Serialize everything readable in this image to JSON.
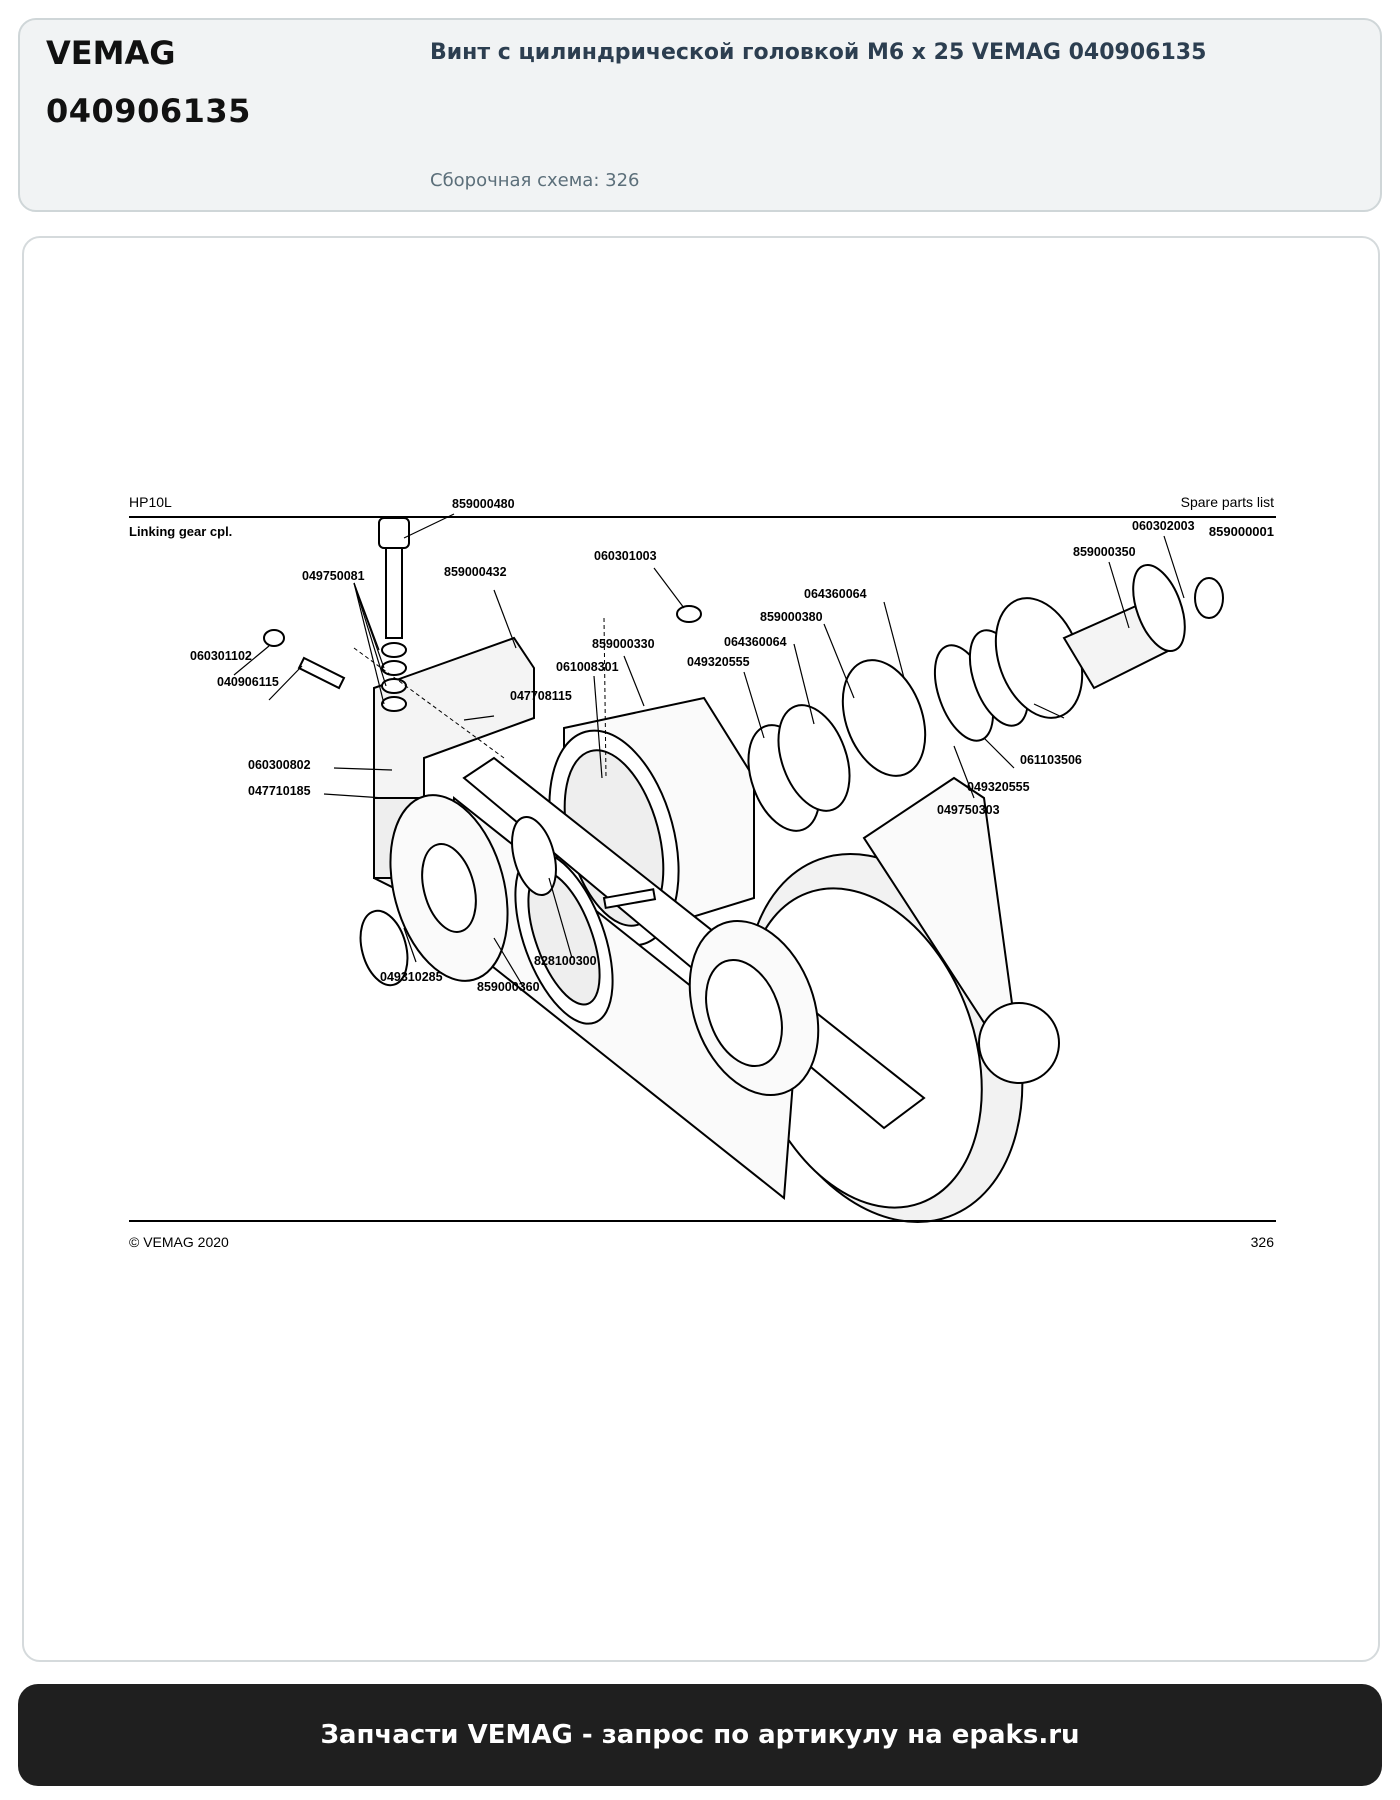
{
  "header": {
    "brand": "VEMAG",
    "part_number": "040906135",
    "title": "Винт с цилиндрической головкой M6 x 25 VEMAG 040906135",
    "scheme_label": "Сборочная схема: 326"
  },
  "drawing": {
    "model": "HP10L",
    "doc_type": "Spare parts list",
    "assembly_name": "Linking gear cpl.",
    "assembly_number": "859000001",
    "copyright": "© VEMAG 2020",
    "page": "326",
    "callouts": [
      "859000480",
      "049750081",
      "859000432",
      "060301003",
      "060301102",
      "040906115",
      "859000330",
      "061008301",
      "047708115",
      "060300802",
      "047710185",
      "049310285",
      "859000360",
      "828100300",
      "049320555",
      "064360064",
      "859000380",
      "064360064",
      "859000350",
      "060302003",
      "061103506",
      "049320555",
      "049750303"
    ]
  },
  "footer": {
    "text": "Запчасти VEMAG - запрос по артикулу на epaks.ru"
  }
}
